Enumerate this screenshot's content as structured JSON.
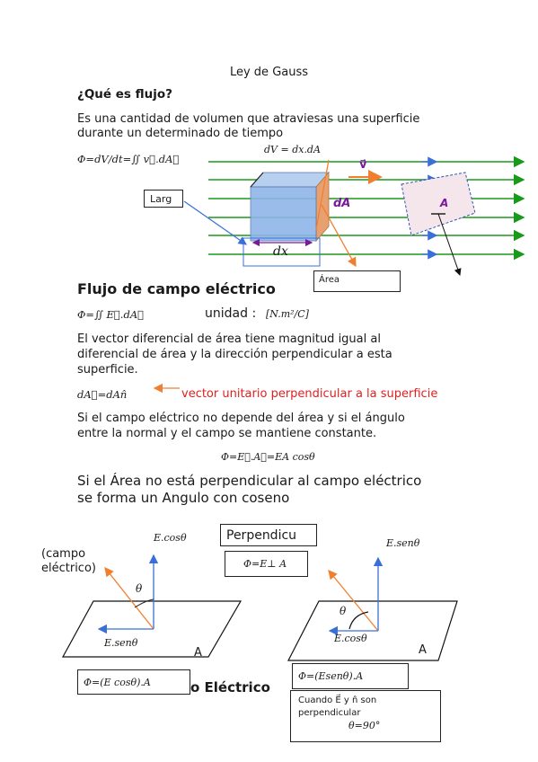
{
  "page": {
    "title": "Ley de Gauss",
    "q_heading": "¿Qué es flujo?",
    "q_text_1": "Es una cantidad de volumen que atraviesas una superficie",
    "q_text_2": "durante un determinado de tiempo",
    "flux_formula": "Φ=dV/dt=∬ v⃗.dA⃗",
    "dv_formula": "dV = dx.dA",
    "label_v": "v⃗",
    "label_dA": "dA",
    "label_A": "A",
    "label_dx": "dx",
    "box_larg": "Larg",
    "box_area": "Área",
    "elec_heading": "Flujo de campo eléctrico",
    "elec_formula": "Φ=∬ E⃗.dA⃗",
    "unit_label": "unidad :",
    "unit_value": "[N.m²/C]",
    "vec_text_1": "El vector diferencial de área tiene magnitud igual al",
    "vec_text_2": "diferencial de área y la dirección perpendicular a esta",
    "vec_text_3": "superficie.",
    "dA_formula": "dA⃗=dAn̂",
    "unit_vector_note": "vector unitario perpendicular a la superficie",
    "const_text_1": "Si el campo eléctrico no depende del área y si el ángulo",
    "const_text_2": "entre la normal y el campo se mantiene constante.",
    "const_formula": "Φ=E⃗.A⃗=EA cosθ",
    "angle_text_1": "Si el Área no está perpendicular al campo eléctrico",
    "angle_text_2": "se forma un Angulo con coseno",
    "perp_box_label": "Perpendicu",
    "perp_formula": "Φ=E⊥ A",
    "left_e_cos": "E.cosθ",
    "left_campo_1": "(campo",
    "left_campo_2": "eléctrico)",
    "left_theta": "θ",
    "left_e_sen": "E.senθ",
    "left_A": "A",
    "left_formula": "Φ=(E cosθ).A",
    "left_heading_fragment": "o Eléctrico",
    "right_e_sen": "E.senθ",
    "right_theta": "θ",
    "right_e_cos": "E.cosθ",
    "right_A": "A",
    "right_formula": "Φ=(Esenθ).A",
    "note_line_1": "Cuando E⃗ y n̂ son",
    "note_line_2": "perpendicular",
    "note_line_3": "θ=90°"
  },
  "colors": {
    "green": "#1a9a1a",
    "blue": "#3a6fd8",
    "orange": "#f08030",
    "red": "#e02020",
    "purple": "#7a1a9a",
    "cube": "#8fb5e8"
  }
}
